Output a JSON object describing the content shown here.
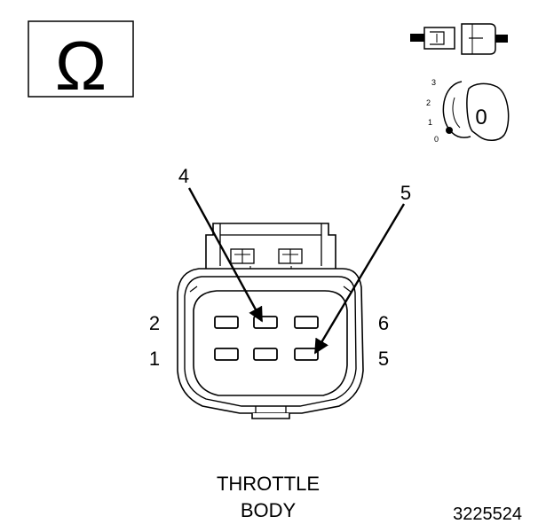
{
  "ohm_symbol": "Ω",
  "key_positions": [
    "3",
    "2",
    "1",
    "0"
  ],
  "key_symbol": "0",
  "arrow_labels": [
    "4",
    "5"
  ],
  "pin_labels_left": [
    "2",
    "1"
  ],
  "pin_labels_right": [
    "6",
    "5"
  ],
  "caption": [
    "THROTTLE",
    "BODY"
  ],
  "figure_id": "3225524",
  "icons": [
    "ohm-meter-icon",
    "connector-disconnect-icon",
    "ignition-key-icon"
  ],
  "colors": {
    "ink": "#000000",
    "background": "#ffffff"
  }
}
